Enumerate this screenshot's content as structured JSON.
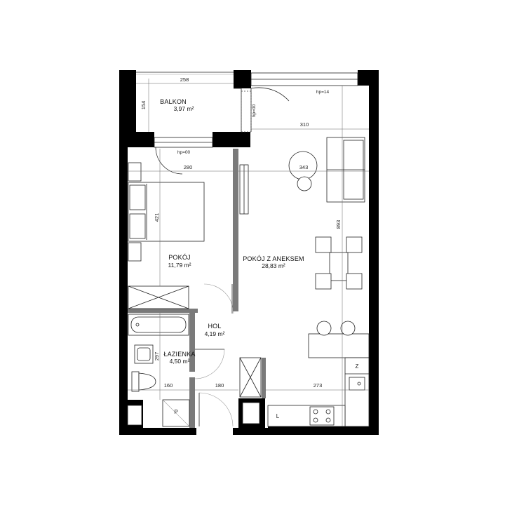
{
  "rooms": {
    "balkon": {
      "name": "BALKON",
      "area": "3,97 m²"
    },
    "pokoj": {
      "name": "POKÓJ",
      "area": "11,79 m²"
    },
    "aneks": {
      "name": "POKÓJ Z ANEKSEM",
      "area": "28,83 m²"
    },
    "hol": {
      "name": "HOL",
      "area": "4,19 m²"
    },
    "lazienka": {
      "name": "ŁAZIENKA",
      "area": "4,50 m²"
    }
  },
  "dimensions": {
    "balkon_width": "258",
    "balkon_depth": "154",
    "window_aneks_width": "310",
    "pokoj_width": "280",
    "aneks_width": "343",
    "pokoj_depth": "421",
    "aneks_depth": "893",
    "lazienka_depth": "297",
    "bottom_lazienka": "160",
    "bottom_hol": "180",
    "bottom_aneks": "273"
  },
  "heights": {
    "hp_door": "hp=00",
    "hp_window_top": "hp=14",
    "hp_balkon_window": "hp=00"
  },
  "symbols": {
    "fridge": "Z",
    "washing_machine": "P",
    "dishwasher": "L"
  }
}
